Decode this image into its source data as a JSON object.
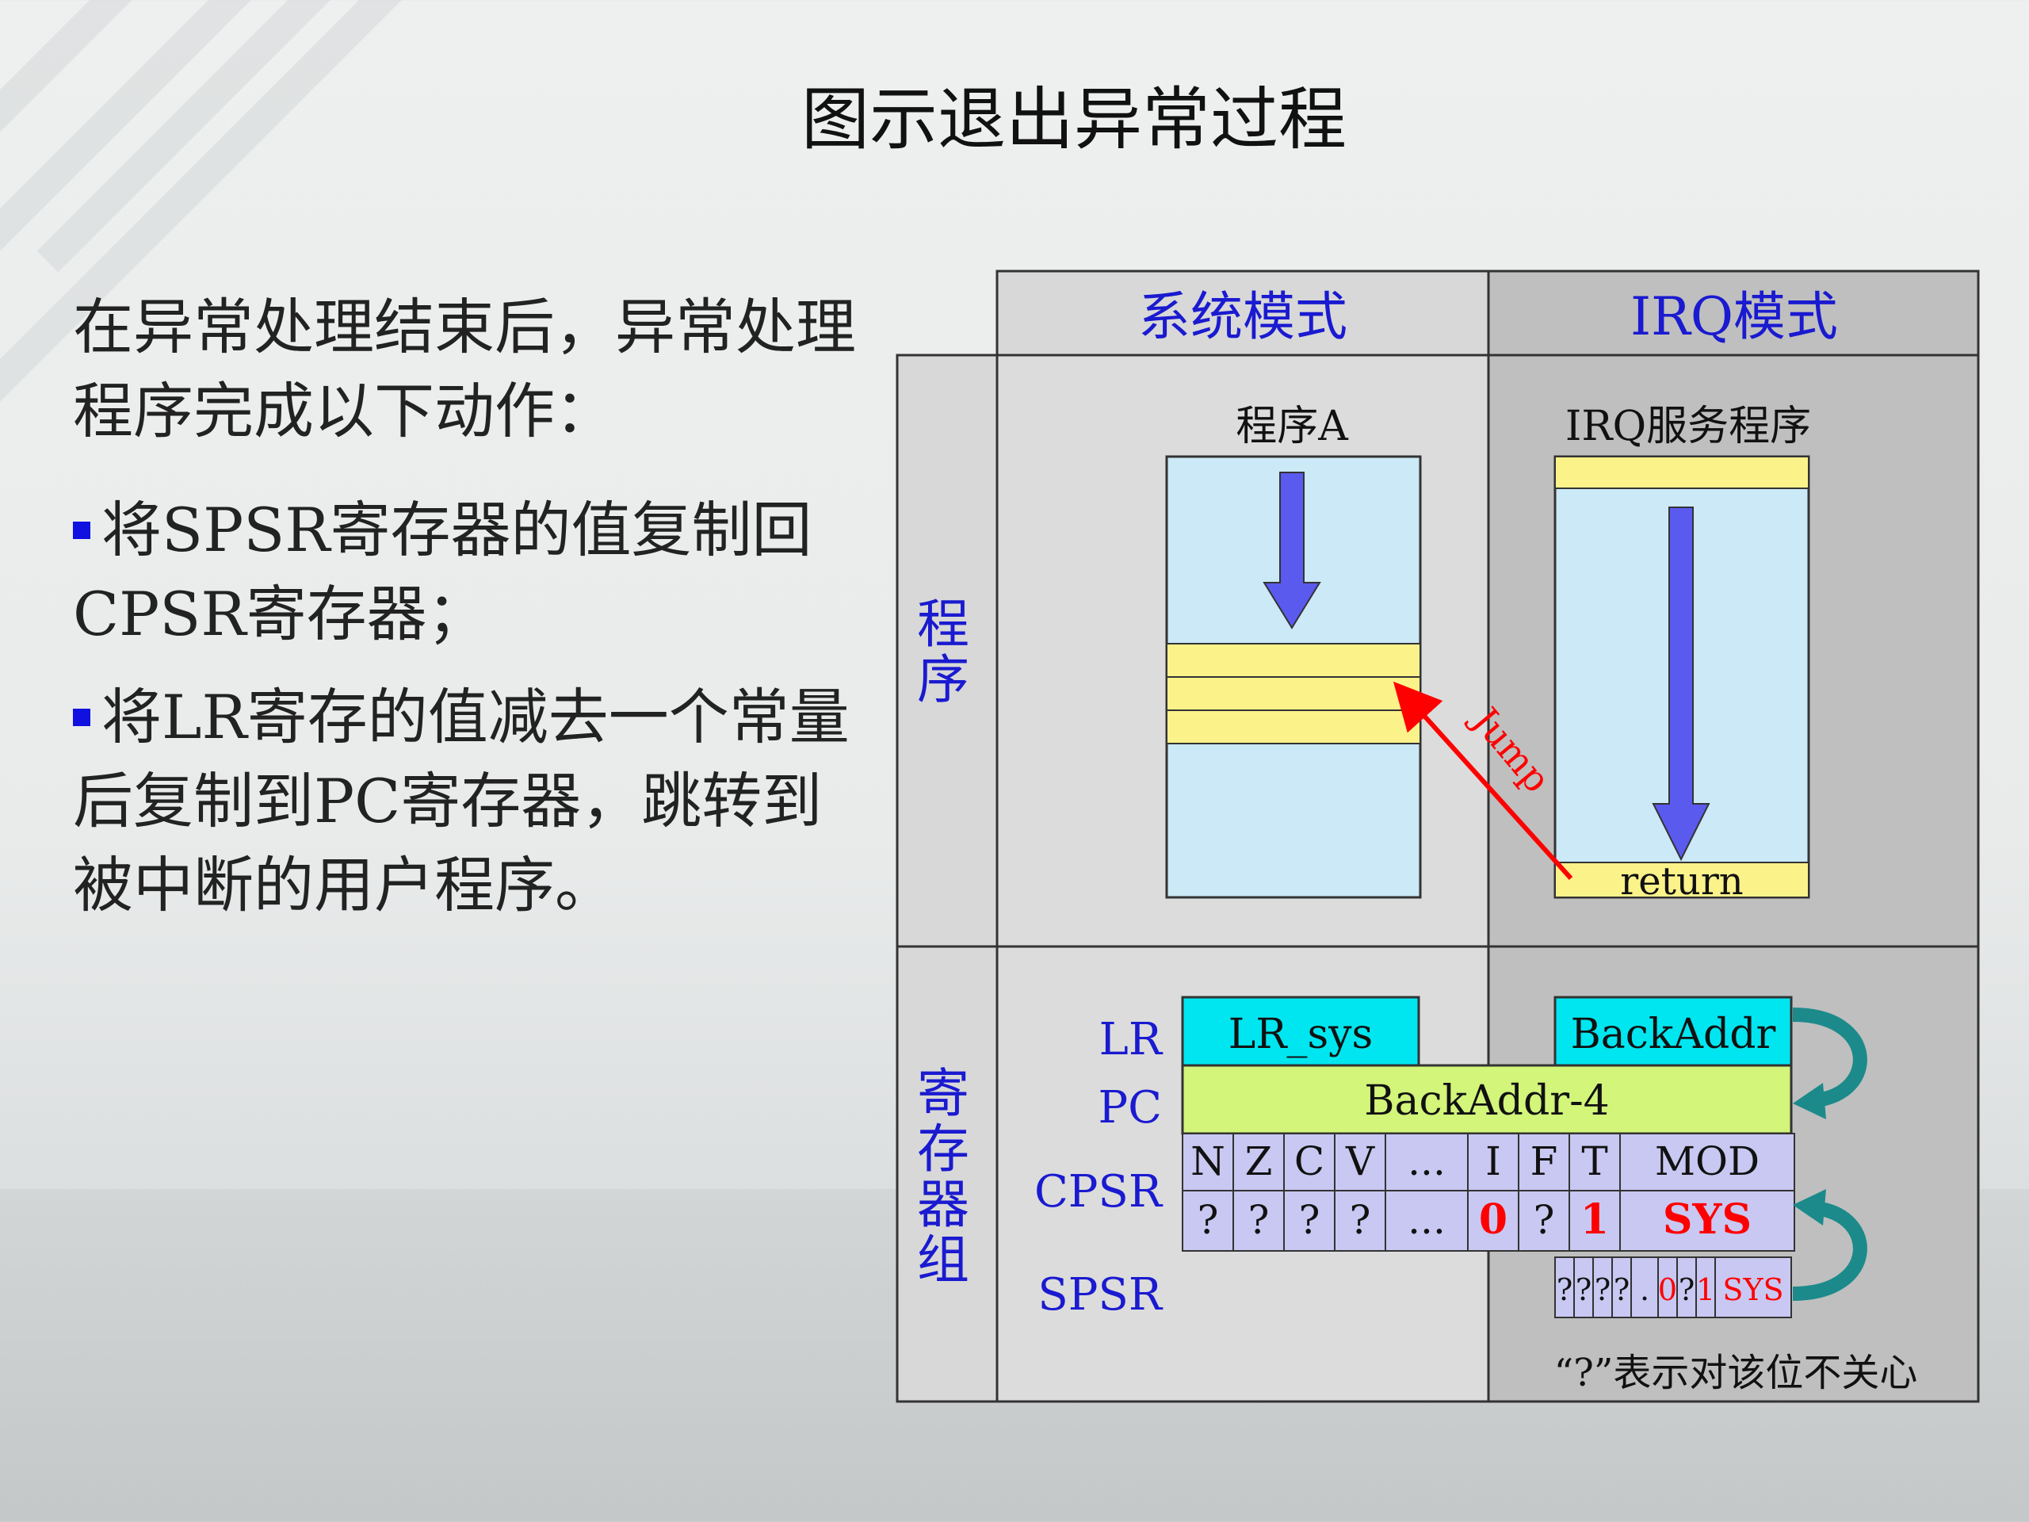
{
  "title": "图示退出异常过程",
  "intro": "在异常处理结束后，异常处理程序完成以下动作：",
  "bullets": [
    "将SPSR寄存器的值复制回CPSR寄存器；",
    "将LR寄存的值减去一个常量后复制到PC寄存器，跳转到被中断的用户程序。"
  ],
  "diagram": {
    "col_headers": [
      "系统模式",
      "IRQ模式"
    ],
    "row_headers": [
      "程序",
      "寄存器组"
    ],
    "program_a_label": "程序A",
    "irq_service_label": "IRQ服务程序",
    "return_label": "return",
    "jump_label": "Jump",
    "register_labels": [
      "LR",
      "PC",
      "CPSR",
      "SPSR"
    ],
    "lr_sys": "LR_sys",
    "back_addr": "BackAddr",
    "pc_value": "BackAddr-4",
    "cpsr_fields": [
      "N",
      "Z",
      "C",
      "V",
      "...",
      "I",
      "F",
      "T",
      "MOD"
    ],
    "cpsr_values": [
      "?",
      "?",
      "?",
      "?",
      "...",
      "0",
      "?",
      "1",
      "SYS"
    ],
    "spsr_values": [
      "?",
      "?",
      "?",
      "?",
      ".",
      "0",
      "?",
      "1",
      "SYS"
    ],
    "note": "“?”表示对该位不关心",
    "colors": {
      "header_text": "#1a1ad0",
      "cell_bg": "#d8d8d8",
      "irq_bg": "#bfbfbf",
      "program_box": "#cbe9f7",
      "highlight_band": "#fbf28a",
      "arrow": "#5a5aef",
      "jump": "#ff0000",
      "register_cyan": "#00e6f0",
      "pc_green": "#d2f57a",
      "cpsr_lavender": "#c8c8f2",
      "curve_arrow": "#1c8a8a"
    }
  }
}
